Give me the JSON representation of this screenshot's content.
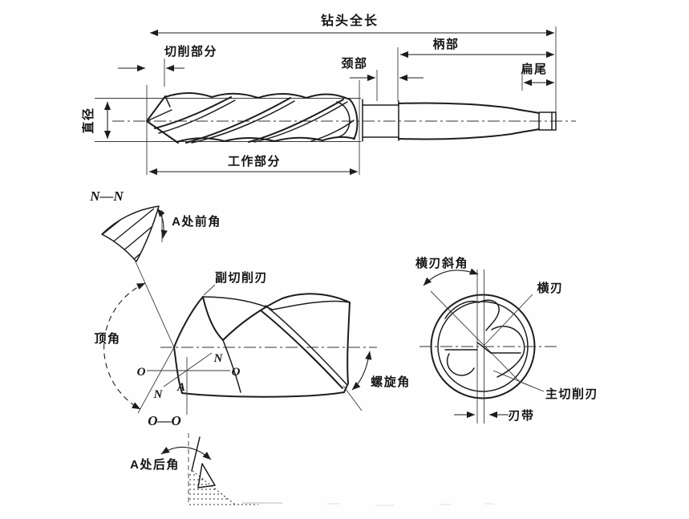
{
  "figure": {
    "side_view": {
      "labels": {
        "total_length": "钻头全长",
        "cutting_part": "切削部分",
        "neck": "颈部",
        "shank": "柄部",
        "tang": "扁尾",
        "diameter": "直径",
        "working_part": "工作部分"
      }
    },
    "point_detail": {
      "labels": {
        "section_nn": "N—N",
        "rake_angle_at_a": "A处前角",
        "minor_cutting_edge": "副切削刃",
        "point_angle": "顶角",
        "helix_angle": "螺旋角",
        "axis_o_left": "O",
        "axis_o_right": "O",
        "axis_n_top": "N",
        "axis_n_bottom": "N",
        "point_a": "A",
        "section_oo": "O—O",
        "relief_angle_at_a": "A处后角"
      }
    },
    "end_view": {
      "labels": {
        "chisel_edge_angle": "横刃斜角",
        "chisel_edge": "横刃",
        "main_cutting_edge": "主切削刃",
        "margin": "刃带"
      }
    },
    "colors": {
      "line": "#1d1d1d",
      "background": "#fefefe"
    }
  }
}
